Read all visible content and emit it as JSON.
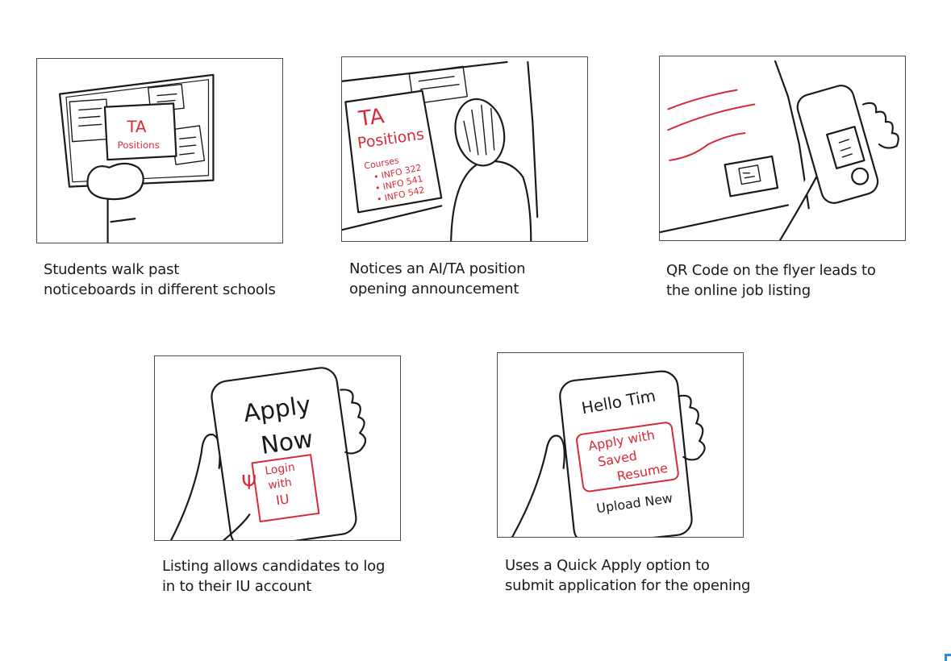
{
  "panels": [
    {
      "sign_line1": "TA",
      "sign_line2": "Positions",
      "caption": [
        "Students walk past",
        "noticeboards in different schools"
      ]
    },
    {
      "sign_line1": "TA",
      "sign_line2": "Positions",
      "courses_label": "Courses",
      "courses": [
        "• INFO 322",
        "• INFO 541",
        "• INFO 542"
      ],
      "caption": [
        "Notices an AI/TA position",
        "opening announcement"
      ]
    },
    {
      "caption": [
        "QR Code on the flyer leads to",
        "the online job listing"
      ]
    },
    {
      "phone_line1": "Apply",
      "phone_line2": "Now",
      "login_logo": "Ψ",
      "login_line1": "Login",
      "login_line2": "with",
      "login_line3": "IU",
      "caption": [
        "Listing allows candidates to log",
        "in to their IU account"
      ]
    },
    {
      "greeting": "Hello Tim",
      "apply_line1": "Apply with",
      "apply_line2": "Saved",
      "apply_line3": "Resume",
      "upload_label": "Upload New",
      "caption": [
        "Uses a Quick Apply option to",
        "submit application for the opening"
      ]
    }
  ],
  "colors": {
    "ink": "#1a1a1a",
    "accent_red": "#d62a36"
  }
}
